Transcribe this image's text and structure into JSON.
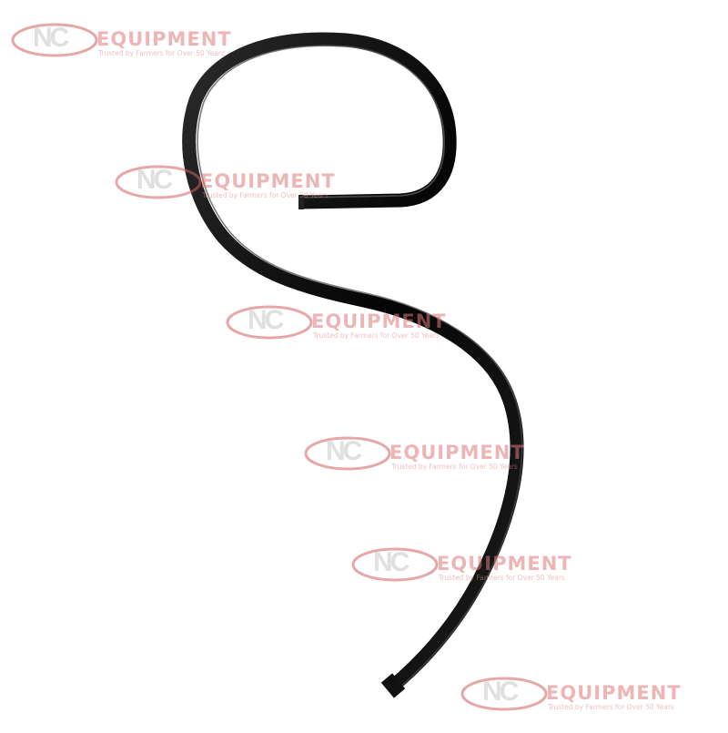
{
  "watermark": {
    "logo_text": "NC",
    "brand": "EQUIPMENT",
    "tagline": "Trusted by Farmers for Over 50 Years",
    "brand_color": "#e07a7a",
    "logo_color": "#c7c7c7",
    "swoosh_color": "#d06060"
  },
  "product": {
    "color": "#0a0a0a",
    "highlight_color": "#6b6b6b"
  }
}
